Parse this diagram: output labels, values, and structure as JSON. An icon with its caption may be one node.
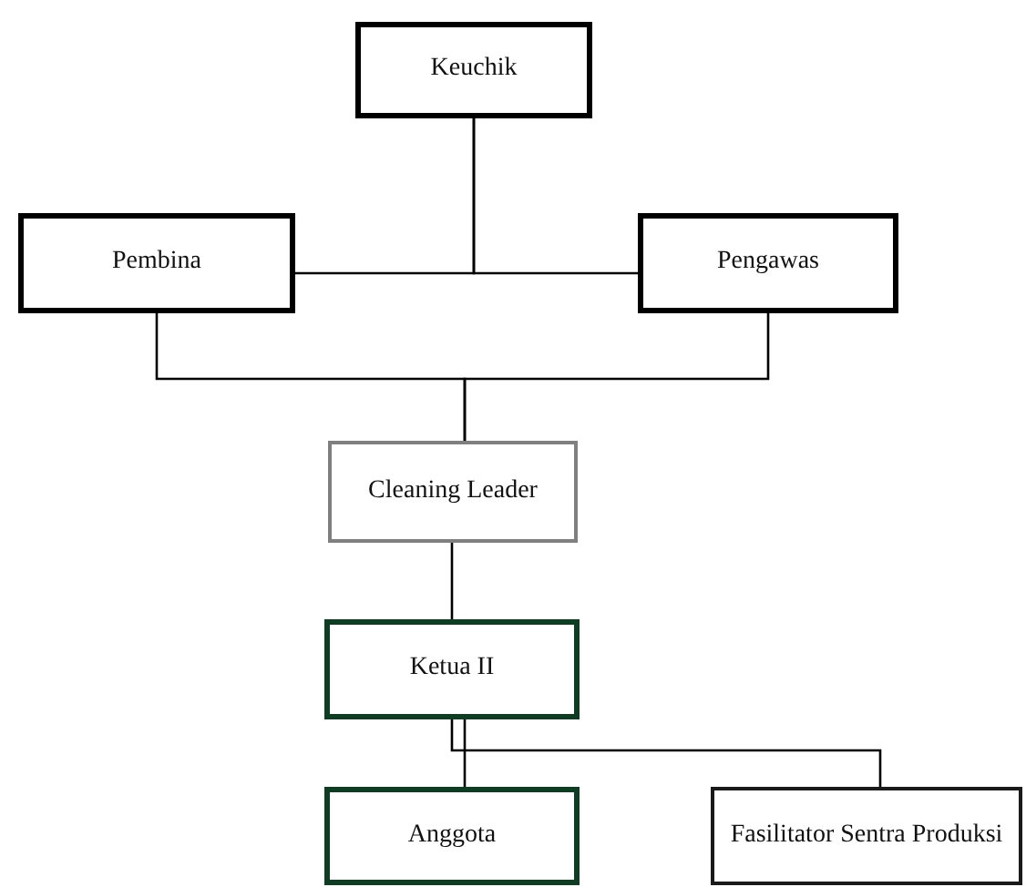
{
  "diagram": {
    "nodes": [
      {
        "text": [
          "Keuchik"
        ]
      },
      {
        "text": [
          "Pembina"
        ]
      },
      {
        "text": [
          "Pengawas"
        ]
      },
      {
        "text": [
          "Cleaning Leader"
        ]
      },
      {
        "text": [
          "Ketua II"
        ]
      },
      {
        "text": [
          "Anggota"
        ]
      },
      {
        "text": [
          "Fasilitator Sentra Produksi"
        ]
      }
    ],
    "edges": [
      {
        "from": 0,
        "to": 1,
        "arrow": "none"
      },
      {
        "from": 0,
        "to": 2,
        "arrow": "none"
      },
      {
        "from": 1,
        "to": 3,
        "arrow": "none"
      },
      {
        "from": 2,
        "to": 3,
        "arrow": "none"
      },
      {
        "from": 3,
        "to": 4,
        "arrow": "none"
      },
      {
        "from": 4,
        "to": 5,
        "arrow": "none"
      },
      {
        "from": 4,
        "to": 6,
        "arrow": "none"
      }
    ]
  }
}
